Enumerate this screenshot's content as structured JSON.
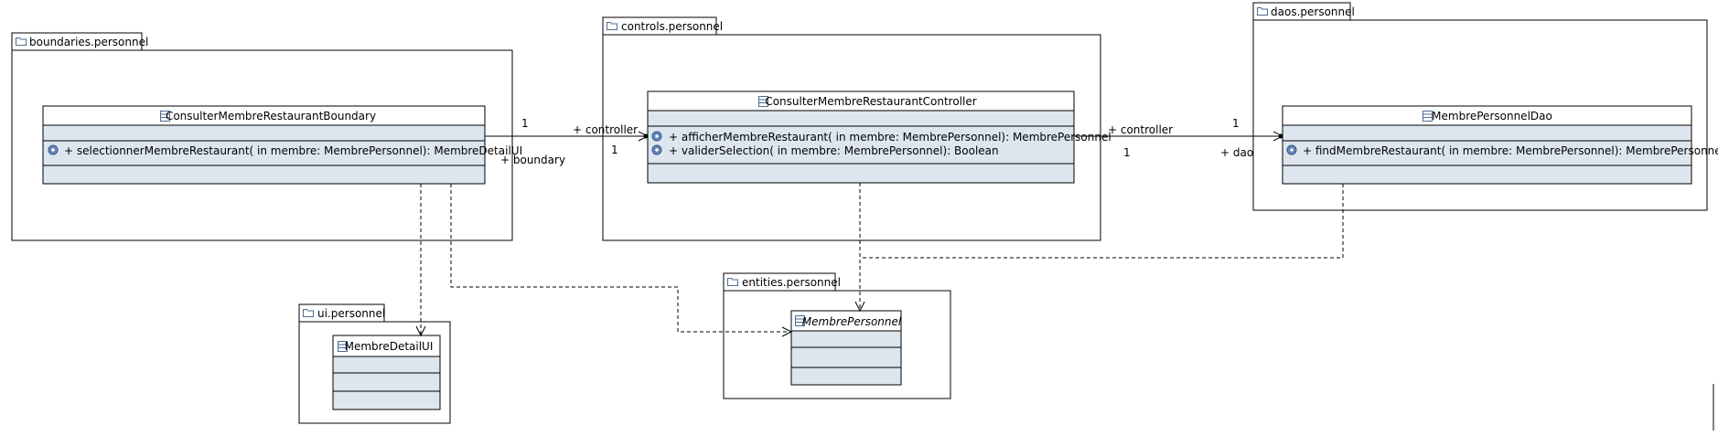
{
  "packages": {
    "boundaries": "boundaries.personnel",
    "controls": "controls.personnel",
    "daos": "daos.personnel",
    "ui": "ui.personnel",
    "entities": "entities.personnel"
  },
  "classes": {
    "boundary": {
      "name": "ConsulterMembreRestaurantBoundary",
      "operations": [
        "+ selectionnerMembreRestaurant(  in membre: MembrePersonnel): MembreDetailUI"
      ]
    },
    "controller": {
      "name": "ConsulterMembreRestaurantController",
      "operations": [
        "+ afficherMembreRestaurant(  in membre: MembrePersonnel): MembrePersonnel",
        "+ validerSelection(  in membre: MembrePersonnel): Boolean"
      ]
    },
    "dao": {
      "name": "MembrePersonnelDao",
      "operations": [
        "+ findMembreRestaurant(  in membre: MembrePersonnel): MembrePersonnel"
      ]
    },
    "detail_ui": {
      "name": "MembreDetailUI"
    },
    "entity": {
      "name": "MembrePersonnel"
    }
  },
  "associations": {
    "boundary_controller": {
      "end1_mult": "1",
      "end1_role": "+ boundary",
      "end2_mult": "1",
      "end2_role": "+ controller"
    },
    "controller_dao": {
      "end1_mult": "1",
      "end1_role": "+ controller",
      "end2_mult": "1",
      "end2_role": "+ dao"
    }
  }
}
